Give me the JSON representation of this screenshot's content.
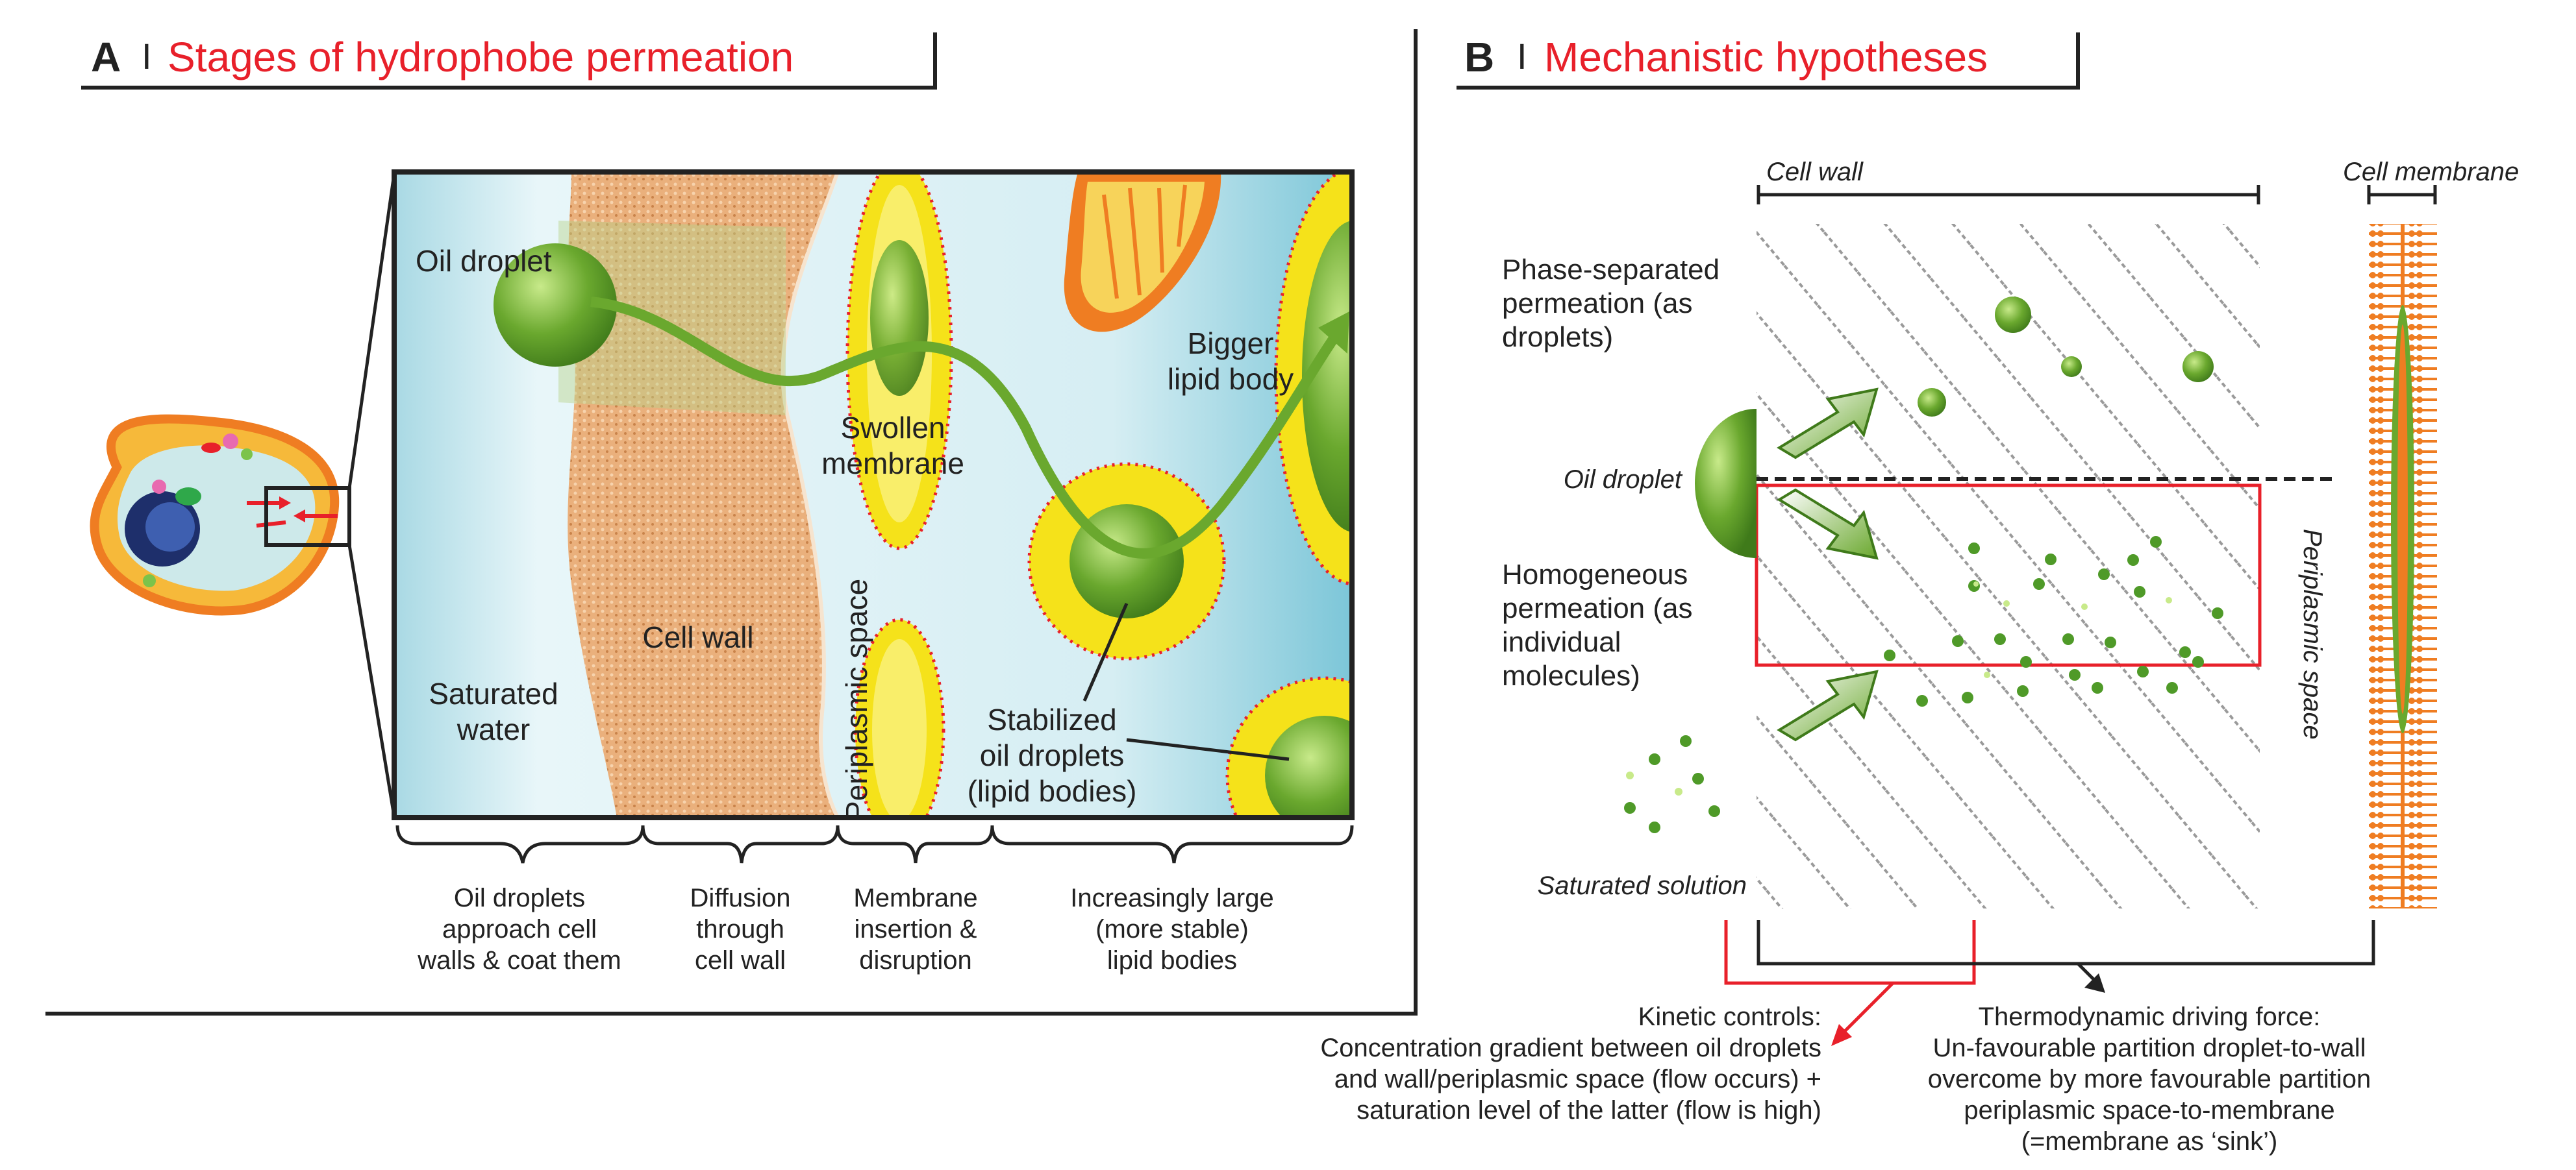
{
  "panel_a": {
    "letter": "A",
    "sep": "I",
    "title": "Stages of hydrophobe permeation",
    "labels": {
      "oil_droplet": "Oil droplet",
      "swollen_1": "Swollen",
      "swollen_2": "membrane",
      "bigger_1": "Bigger",
      "bigger_2": "lipid body",
      "cell_wall": "Cell wall",
      "periplasmic": "Periplasmic space",
      "saturated_1": "Saturated",
      "saturated_2": "water",
      "stabilized_1": "Stabilized",
      "stabilized_2": "oil droplets",
      "stabilized_3": "(lipid bodies)"
    },
    "stages": [
      [
        "Oil droplets",
        "approach cell",
        "walls & coat them"
      ],
      [
        "Diffusion",
        "through",
        "cell wall"
      ],
      [
        "Membrane",
        "insertion &",
        "disruption"
      ],
      [
        "Increasingly large",
        "(more stable)",
        "lipid bodies"
      ]
    ]
  },
  "panel_b": {
    "letter": "B",
    "sep": "I",
    "title": "Mechanistic hypotheses",
    "labels": {
      "cell_wall": "Cell wall",
      "cell_membrane": "Cell membrane",
      "phase_1": "Phase-separated",
      "phase_2": "permeation (as",
      "phase_3": "droplets)",
      "oil_droplet": "Oil droplet",
      "homo_1": "Homogeneous",
      "homo_2": "permeation (as",
      "homo_3": "individual",
      "homo_4": "molecules)",
      "periplasmic": "Periplasmic space",
      "saturated_solution": "Saturated solution"
    },
    "kinetic": [
      "Kinetic controls:",
      "Concentration gradient between oil droplets",
      "and wall/periplasmic space (flow occurs) +",
      "saturation level of the latter (flow is high)"
    ],
    "thermo": [
      "Thermodynamic driving force:",
      "Un-favourable partition droplet-to-wall",
      "overcome by more favourable partition",
      "periplasmic space-to-membrane",
      "(=membrane as ‘sink’)"
    ]
  },
  "colors": {
    "title_red": "#e8202a",
    "green": "#6aa82e",
    "yellow": "#f5e21a",
    "orange": "#ef7d22",
    "water": "#cfeaf0",
    "wall": "#e6a877"
  }
}
